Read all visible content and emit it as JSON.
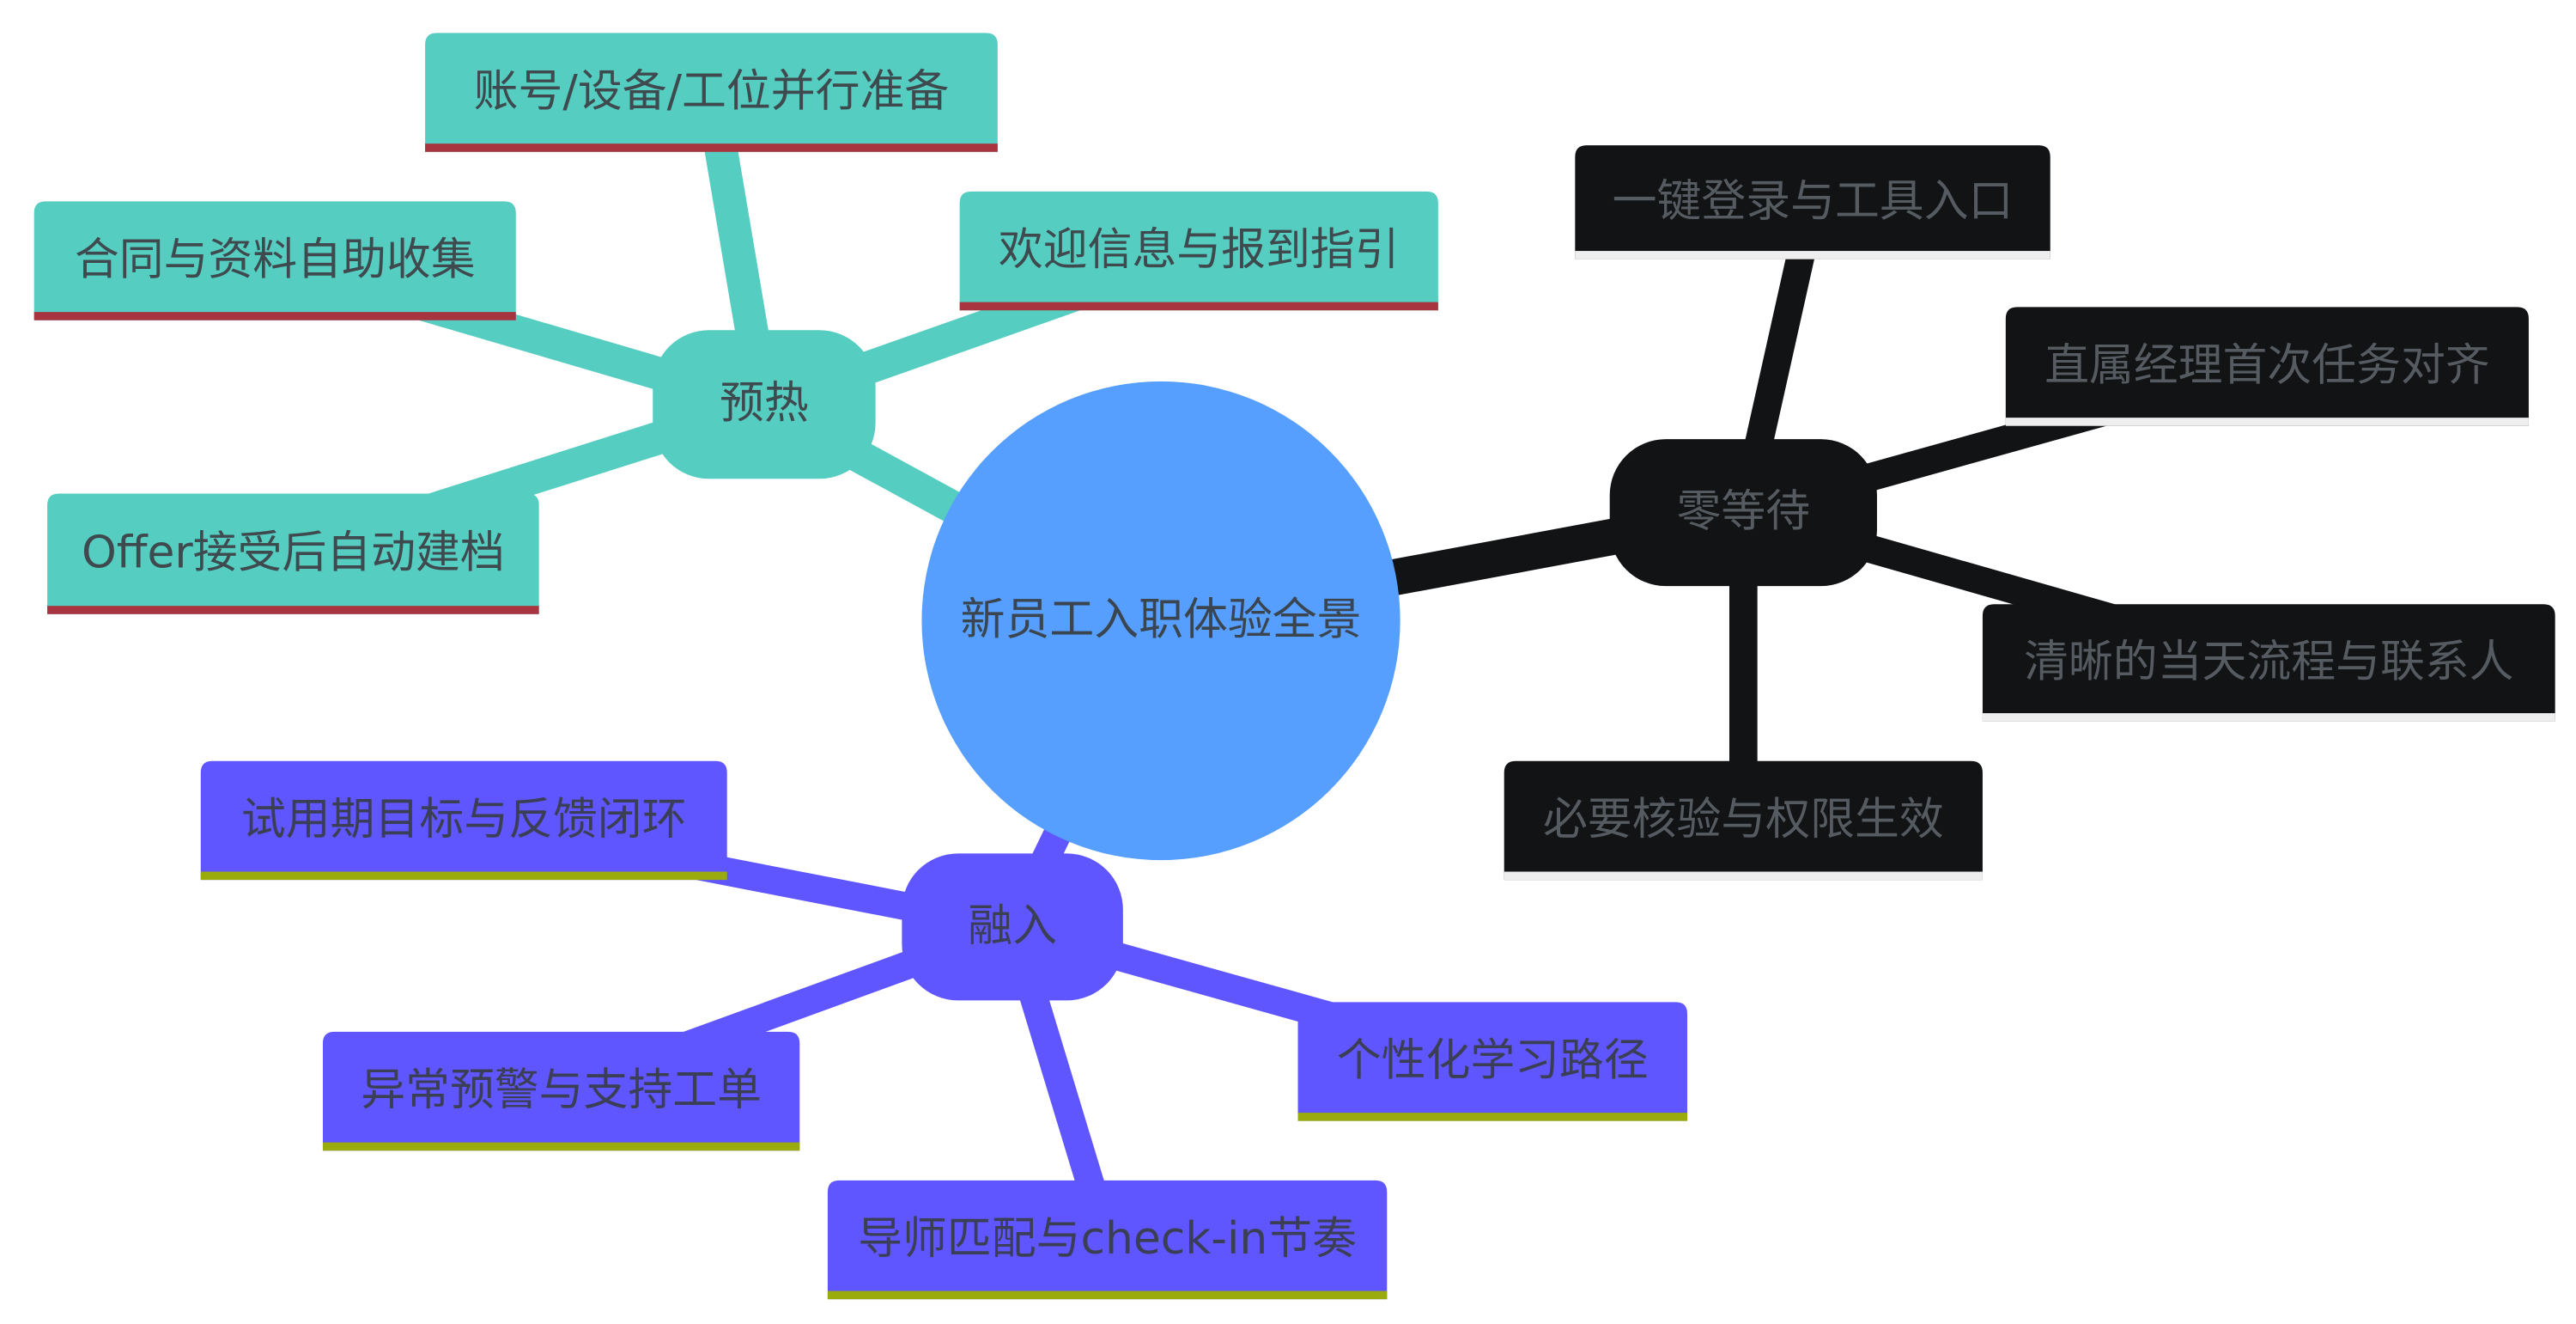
{
  "root": {
    "label": "新员工入职体验全景",
    "color": "#569ffe"
  },
  "branches": [
    {
      "label": "预热",
      "color": "#55cdc1",
      "accent": "#a8343f",
      "text_color": "#3f4a4f",
      "children": [
        "账号/设备/工位并行准备",
        "合同与资料自助收集",
        "欢迎信息与报到指引",
        "Offer接受后自动建档"
      ]
    },
    {
      "label": "零等待",
      "color": "#111315",
      "accent": "#eeeeee",
      "text_color": "#555b60",
      "children": [
        "一键登录与工具入口",
        "直属经理首次任务对齐",
        "清晰的当天流程与联系人",
        "必要核验与权限生效"
      ]
    },
    {
      "label": "融入",
      "color": "#6056ff",
      "accent": "#9aab0d",
      "text_color": "#3b3f55",
      "children": [
        "试用期目标与反馈闭环",
        "异常预警与支持工单",
        "个性化学习路径",
        "导师匹配与check-in节奏"
      ]
    }
  ]
}
